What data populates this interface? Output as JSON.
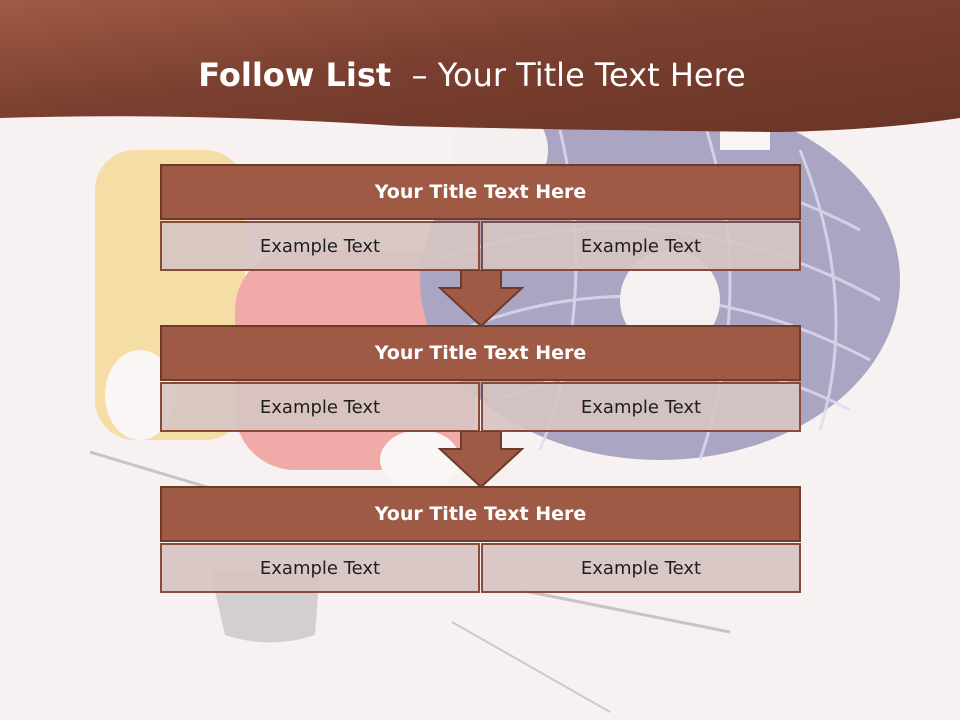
{
  "slide": {
    "title_bold": "Follow List",
    "title_rest": "  – Your Title Text Here"
  },
  "blocks": [
    {
      "title": "Your Title Text Here",
      "left": "Example Text",
      "right": "Example Text"
    },
    {
      "title": "Your Title Text Here",
      "left": "Example Text",
      "right": "Example Text"
    },
    {
      "title": "Your Title Text Here",
      "left": "Example Text",
      "right": "Example Text"
    }
  ],
  "colors": {
    "header": "#8a4a38",
    "block_title": "#9e5a44",
    "cell": "#d6c4c2",
    "arrow": "#9e5a44"
  }
}
